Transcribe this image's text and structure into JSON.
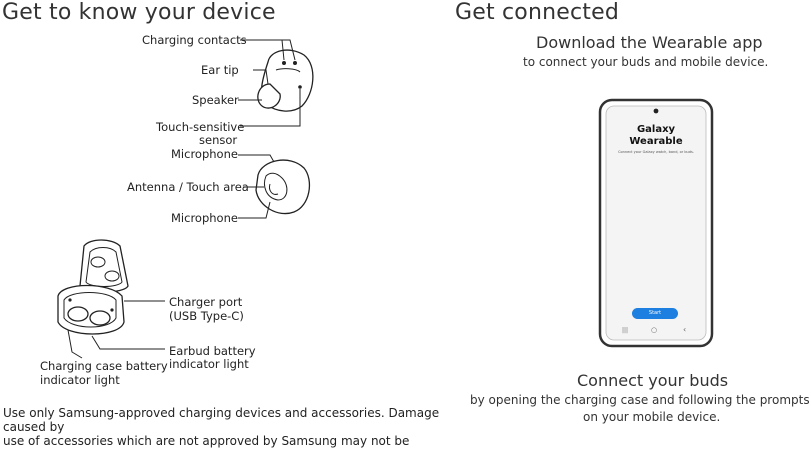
{
  "left": {
    "title": "Get to know your device",
    "earbud_side_labels": {
      "charging_contacts": "Charging contacts",
      "ear_tip": "Ear tip",
      "speaker": "Speaker",
      "touch_sensor_line1": "Touch-sensitive",
      "touch_sensor_line2": "sensor"
    },
    "earbud_front_labels": {
      "mic_top": "Microphone",
      "antenna": "Antenna / Touch area",
      "mic_bottom": "Microphone"
    },
    "case_labels": {
      "charger_port_line1": "Charger port",
      "charger_port_line2": "(USB Type-C)",
      "earbud_battery_line1": "Earbud battery",
      "earbud_battery_line2": "indicator light",
      "case_battery_line1": "Charging case battery",
      "case_battery_line2": "indicator light"
    },
    "notice_line1": "Use only Samsung-approved charging devices and accessories. Damage",
    "notice_line2": "caused by",
    "notice_line3": "use of accessories which are not approved by Samsung may not be"
  },
  "right": {
    "title": "Get connected",
    "download_heading": "Download the Wearable app",
    "download_sub": "to connect your buds and mobile device.",
    "phone": {
      "app_title_line1": "Galaxy",
      "app_title_line2": "Wearable",
      "app_subtitle": "Connect your Galaxy watch, band, or buds.",
      "start_button": "Start",
      "nav_recent": "|||",
      "nav_home": "○",
      "nav_back": "‹"
    },
    "connect_heading": "Connect your buds",
    "connect_sub_line1": "by opening the charging case and following the prompts",
    "connect_sub_line2": "on your mobile device."
  }
}
